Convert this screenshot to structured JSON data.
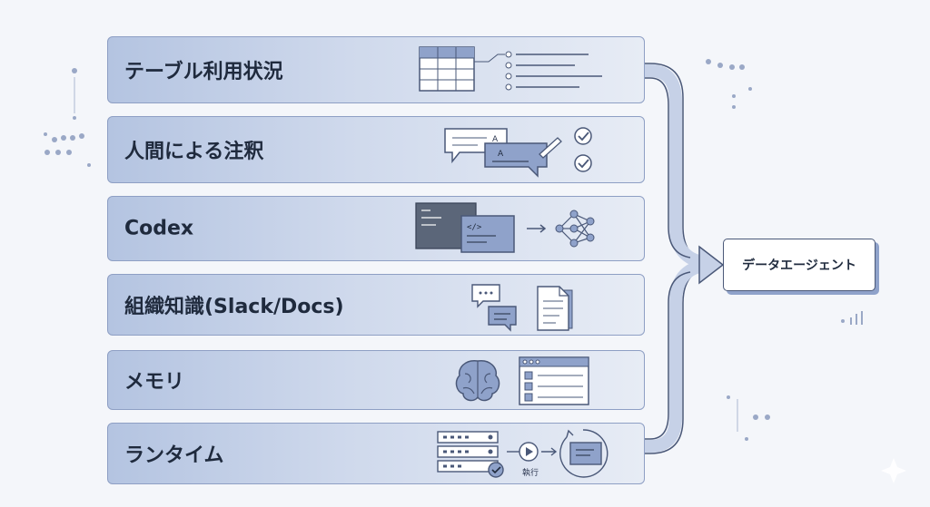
{
  "sources": [
    {
      "label": "テーブル利用状況",
      "icon": "table-icon"
    },
    {
      "label": "人間による注釈",
      "icon": "annotation-icon"
    },
    {
      "label": "Codex",
      "icon": "code-network-icon"
    },
    {
      "label": "組織知識(Slack/Docs)",
      "icon": "chat-docs-icon"
    },
    {
      "label": "メモリ",
      "icon": "brain-icon"
    },
    {
      "label": "ランタイム",
      "icon": "server-execution-icon"
    }
  ],
  "target": {
    "label": "データエージェント"
  },
  "runtime_icon_text": "執行",
  "annotation_icon_letter": "A",
  "code_icon_text": "</>",
  "colors": {
    "accent": "#8fa2ca",
    "row_fill": "#b4c4e1",
    "border": "#4a5878",
    "background": "#f4f6fa"
  }
}
